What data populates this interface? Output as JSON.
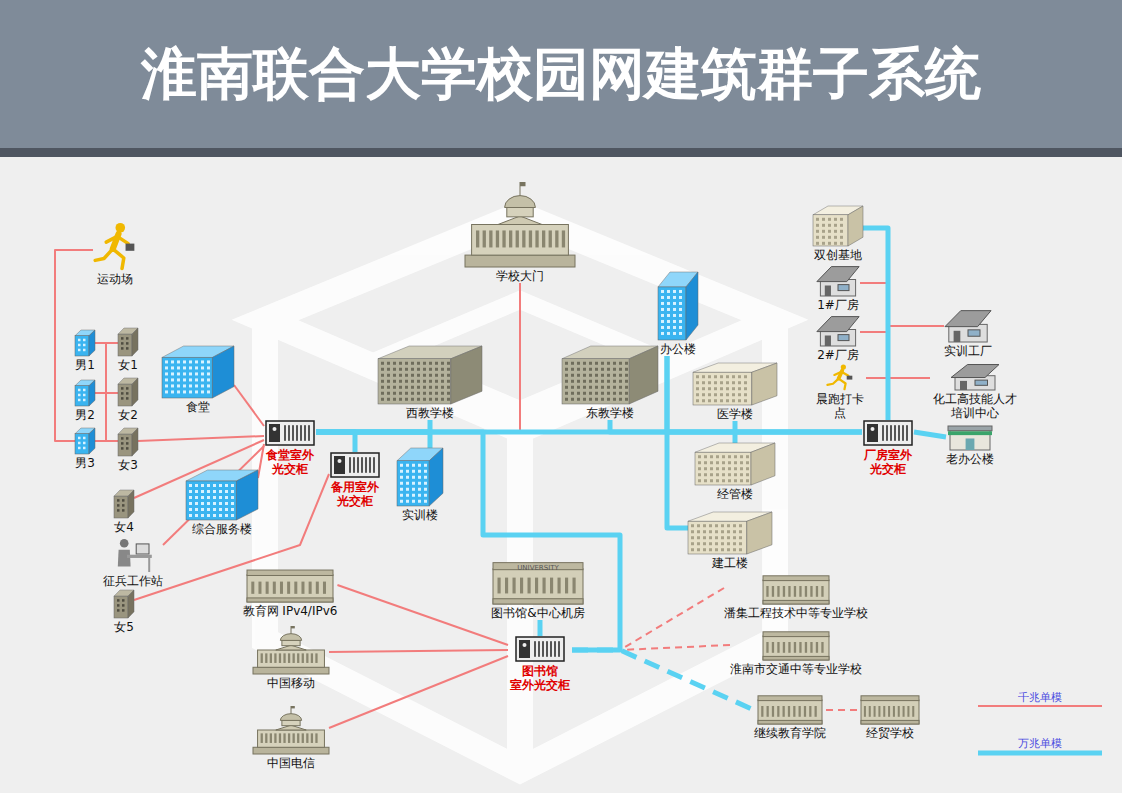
{
  "diagram": {
    "title": "淮南联合大学校园网建筑群子系统",
    "nodes": [
      {
        "text": [
          "运动场"
        ]
      },
      {
        "text": [
          "学校大门"
        ]
      },
      {
        "text": [
          "双创基地"
        ]
      },
      {
        "text": [
          "1#厂房"
        ]
      },
      {
        "text": [
          "2#厂房"
        ]
      },
      {
        "text": [
          "实训工厂"
        ]
      },
      {
        "text": [
          "男1"
        ]
      },
      {
        "text": [
          "女1"
        ]
      },
      {
        "text": [
          "办公楼"
        ]
      },
      {
        "text": [
          "男2"
        ]
      },
      {
        "text": [
          "女2"
        ]
      },
      {
        "text": [
          "食堂"
        ]
      },
      {
        "text": [
          "西教学楼"
        ]
      },
      {
        "text": [
          "东教学楼"
        ]
      },
      {
        "text": [
          "医学楼"
        ]
      },
      {
        "text": [
          "晨跑打卡 点"
        ]
      },
      {
        "text": [
          "化工高技能人才 培训中心"
        ]
      },
      {
        "text": [
          "男3"
        ]
      },
      {
        "text": [
          "女3"
        ]
      },
      {
        "text": [
          "食堂室外 光交柜"
        ]
      },
      {
        "text": [
          "厂房室外 光交柜"
        ]
      },
      {
        "text": [
          "老办公楼"
        ]
      },
      {
        "text": [
          "备用室外 光交柜"
        ]
      },
      {
        "text": [
          "实训楼"
        ]
      },
      {
        "text": [
          "女4"
        ]
      },
      {
        "text": [
          "综合服务楼"
        ]
      },
      {
        "text": [
          "经管楼"
        ]
      },
      {
        "text": [
          "征兵工作站"
        ]
      },
      {
        "text": [
          "建工楼"
        ]
      },
      {
        "text": [
          "教育网 IPv4/IPv6"
        ]
      },
      {
        "text": [
          "图书馆&中心机房"
        ]
      },
      {
        "text": [
          "潘集工程技术中等专业学校"
        ]
      },
      {
        "text": [
          "淮南市交通中等专业学校"
        ]
      },
      {
        "text": [
          "女5"
        ]
      },
      {
        "text": [
          "中国移动"
        ]
      },
      {
        "text": [
          "图书馆 室外光交柜"
        ]
      },
      {
        "text": [
          "中国电信"
        ]
      },
      {
        "text": [
          "继续教育学院"
        ]
      },
      {
        "text": [
          "经贸学校"
        ]
      }
    ],
    "edges": [
      {
        "from": 0,
        "to": 17,
        "arrow": "none"
      },
      {
        "from": 6,
        "to": 7,
        "arrow": "none"
      },
      {
        "from": 9,
        "to": 10,
        "arrow": "none"
      },
      {
        "from": 17,
        "to": 18,
        "arrow": "none"
      },
      {
        "from": 18,
        "to": 19,
        "arrow": "none"
      },
      {
        "from": 11,
        "to": 19,
        "arrow": "none"
      },
      {
        "from": 24,
        "to": 19,
        "arrow": "none"
      },
      {
        "from": 25,
        "to": 19,
        "arrow": "none"
      },
      {
        "from": 27,
        "to": 19,
        "arrow": "none"
      },
      {
        "from": 33,
        "to": 22,
        "arrow": "none"
      },
      {
        "from": 19,
        "to": 20,
        "arrow": "none"
      },
      {
        "from": 12,
        "to": 19,
        "arrow": "none"
      },
      {
        "from": 1,
        "to": 19,
        "arrow": "none"
      },
      {
        "from": 13,
        "to": 20,
        "arrow": "none"
      },
      {
        "from": 8,
        "to": 20,
        "arrow": "none"
      },
      {
        "from": 8,
        "to": 28,
        "arrow": "none"
      },
      {
        "from": 14,
        "to": 26,
        "arrow": "none"
      },
      {
        "from": 23,
        "to": 19,
        "arrow": "none"
      },
      {
        "from": 22,
        "to": 19,
        "arrow": "none"
      },
      {
        "from": 35,
        "to": 19,
        "arrow": "none"
      },
      {
        "from": 30,
        "to": 35,
        "arrow": "none"
      },
      {
        "from": 2,
        "to": 20,
        "arrow": "none"
      },
      {
        "from": 3,
        "to": 20,
        "arrow": "none"
      },
      {
        "from": 4,
        "to": 20,
        "arrow": "none"
      },
      {
        "from": 5,
        "to": 20,
        "arrow": "none"
      },
      {
        "from": 15,
        "to": 20,
        "arrow": "none"
      },
      {
        "from": 16,
        "to": 20,
        "arrow": "none"
      },
      {
        "from": 20,
        "to": 21,
        "arrow": "none"
      },
      {
        "from": 29,
        "to": 35,
        "arrow": "none"
      },
      {
        "from": 34,
        "to": 35,
        "arrow": "none"
      },
      {
        "from": 36,
        "to": 35,
        "arrow": "none"
      },
      {
        "from": 31,
        "to": 35,
        "arrow": "none"
      },
      {
        "from": 32,
        "to": 35,
        "arrow": "none"
      },
      {
        "from": 35,
        "to": 37,
        "arrow": "none"
      },
      {
        "from": 37,
        "to": 38,
        "arrow": "none"
      }
    ],
    "labels": [
      "UNIVERSITY"
    ],
    "legend": [
      {
        "text": "千兆单模"
      },
      {
        "text": "万兆单模"
      }
    ]
  }
}
